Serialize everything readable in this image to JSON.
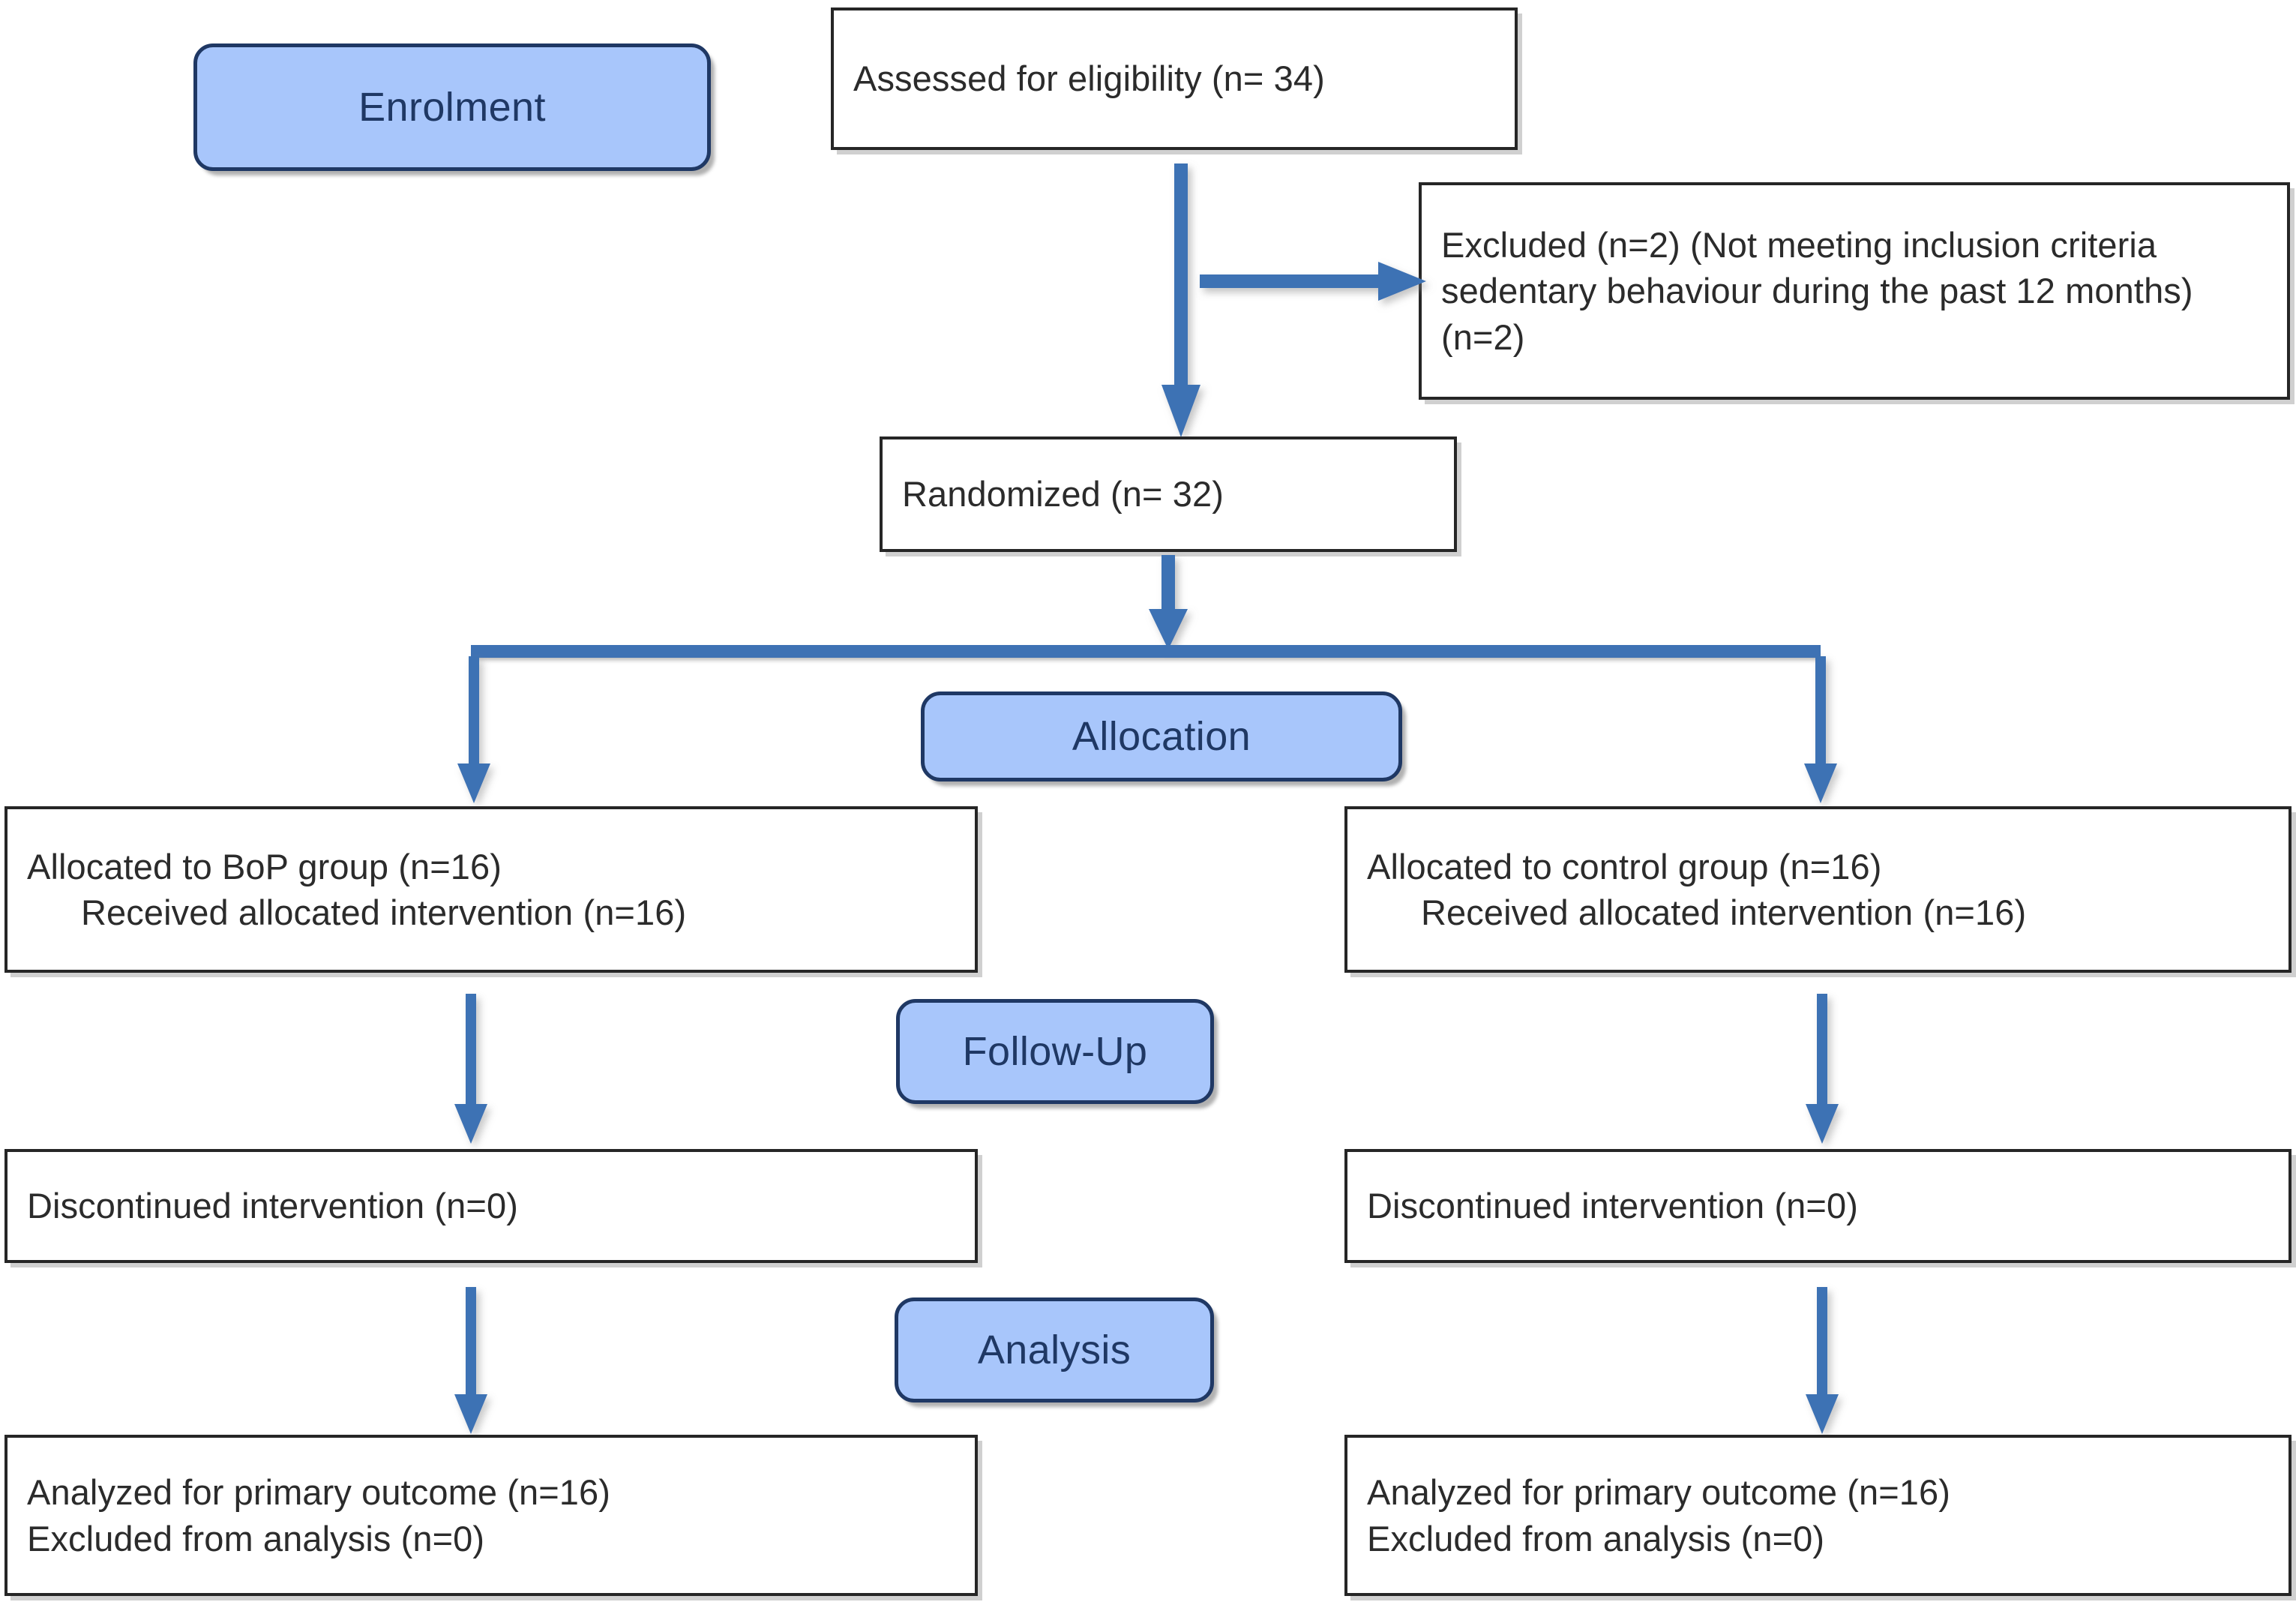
{
  "diagram": {
    "title": "CONSORT participant flow diagram",
    "colors": {
      "stage_fill": "#a8c6fb",
      "stage_border": "#1f3864",
      "stage_text": "#1f3864",
      "box_fill": "#ffffff",
      "box_border": "#262626",
      "box_text": "#2b2b2b",
      "arrow": "#3e72b4",
      "background": "#ffffff"
    }
  },
  "stages": {
    "enrolment": "Enrolment",
    "allocation": "Allocation",
    "followup": "Follow-Up",
    "analysis": "Analysis"
  },
  "nodes": {
    "assessed": {
      "lines": [
        "Assessed for eligibility (n= 34)"
      ]
    },
    "excluded": {
      "lines": [
        "Excluded (n=2) (Not meeting inclusion criteria sedentary behaviour during the past 12 months) (n=2)"
      ]
    },
    "randomized": {
      "lines": [
        "Randomized (n= 32)"
      ]
    },
    "allocated_left": {
      "line1": "Allocated to BoP group (n=16)",
      "line2": "Received allocated intervention (n=16)"
    },
    "allocated_right": {
      "line1": "Allocated to control group (n=16)",
      "line2": "Received allocated intervention (n=16)"
    },
    "followup_left": {
      "line1": "Discontinued intervention (n=0)"
    },
    "followup_right": {
      "line1": "Discontinued intervention (n=0)"
    },
    "analysis_left": {
      "line1": "Analyzed for primary outcome (n=16)",
      "line2": "Excluded from analysis (n=0)"
    },
    "analysis_right": {
      "line1": "Analyzed for primary outcome (n=16)",
      "line2": "Excluded from analysis (n=0)"
    }
  },
  "counts": {
    "assessed_for_eligibility": 34,
    "excluded": 2,
    "randomized": 32,
    "allocated_bop": 16,
    "received_intervention_bop": 16,
    "allocated_control": 16,
    "received_intervention_control": 16,
    "discontinued_bop": 0,
    "discontinued_control": 0,
    "analyzed_bop": 16,
    "excluded_from_analysis_bop": 0,
    "analyzed_control": 16,
    "excluded_from_analysis_control": 0
  }
}
